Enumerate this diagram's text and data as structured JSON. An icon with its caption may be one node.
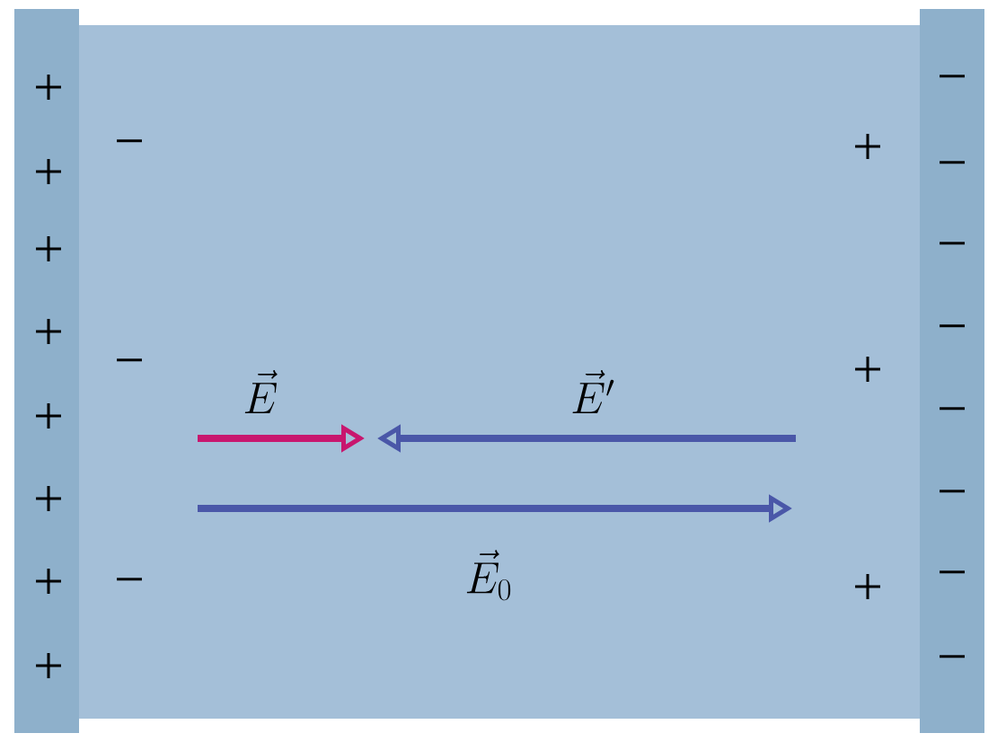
{
  "diagram": {
    "labels": [
      "+",
      "+",
      "+",
      "+",
      "+",
      "+",
      "+",
      "+",
      "−",
      "−",
      "−",
      "−",
      "−",
      "−",
      "−",
      "−",
      "−",
      "−",
      "−",
      "+",
      "+",
      "+",
      "\\vec{E}",
      "\\vec{E}'",
      "\\vec{E}_0"
    ]
  }
}
